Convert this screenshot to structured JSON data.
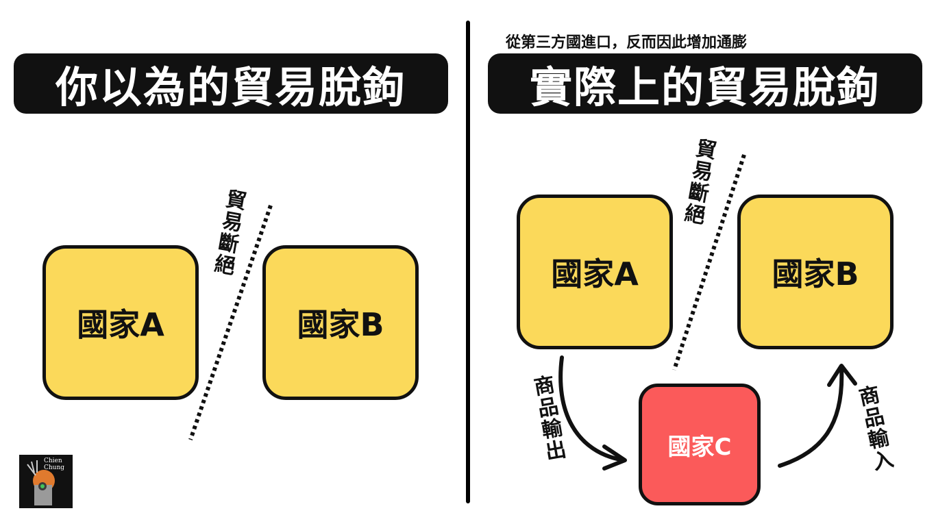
{
  "left_panel": {
    "title": "你以為的貿易脫鉤",
    "box_a": "國家A",
    "box_b": "國家B",
    "cut_label": "貿易斷絕"
  },
  "right_panel": {
    "subtitle": "從第三方國進口，反而因此增加通膨",
    "title": "實際上的貿易脫鉤",
    "box_a": "國家A",
    "box_b": "國家B",
    "box_c": "國家C",
    "cut_label": "貿易斷絕",
    "export_label": "商品輸出",
    "import_label": "商品輸入"
  },
  "logo": {
    "text_line1": "Chien",
    "text_line2": "Chung"
  },
  "colors": {
    "title_bg": "#111111",
    "box_yellow": "#fbd95a",
    "box_red": "#fb5a5a",
    "outline": "#111111"
  }
}
